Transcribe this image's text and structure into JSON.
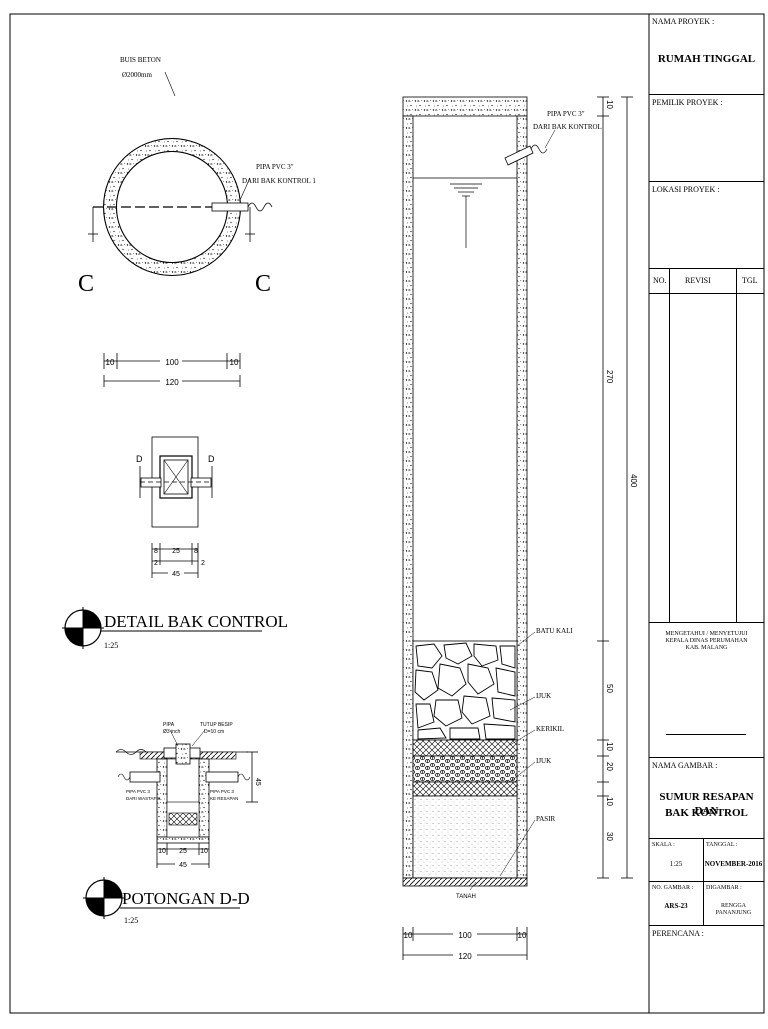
{
  "circle_detail": {
    "buis_label_1": "BUIS BETON",
    "buis_label_2": "Ø2000mm",
    "pipe_label_1": "PIPA PVC 3\"",
    "pipe_label_2": "DARI BAK KONTROL 1",
    "section_mark_left": "C",
    "section_mark_right": "C",
    "dim_wall_left": "10",
    "dim_inner": "100",
    "dim_wall_right": "10",
    "dim_total": "120"
  },
  "bak_control": {
    "mark_left": "D",
    "mark_right": "D",
    "dim_a": "8",
    "dim_b": "25",
    "dim_c": "8",
    "dim_d": "2",
    "dim_e": "2",
    "dim_total": "45",
    "title": "DETAIL  BAK CONTROL",
    "scale": "1:25"
  },
  "potongan": {
    "label_tl_1": "PIPA",
    "label_tl_2": "Ø3 inch",
    "label_tr_1": "TUTUP BESIP",
    "label_tr_2": "D=10 cm",
    "label_left_1": "PIPA PVC 3",
    "label_left_2": "DARI WASTAFEL",
    "label_right_1": "PIPA PVC 3",
    "label_right_2": "KE RESAPAN",
    "dim_height": "45",
    "dim_a": "10",
    "dim_b": "25",
    "dim_c": "10",
    "dim_total": "45",
    "title": "POTONGAN D-D",
    "scale": "1:25"
  },
  "section": {
    "pipe_label_1": "PIPA PVC 3\"",
    "pipe_label_2": "DARI BAK KONTROL",
    "layer_batu": "BATU KALI",
    "layer_ijuk_1": "IJUK",
    "layer_kerikil": "KERIKIL",
    "layer_ijuk_2": "IJUK",
    "layer_pasir": "PASIR",
    "ground": "TANAH",
    "dim_top": "10",
    "dim_270": "270",
    "dim_400": "400",
    "dim_50": "50",
    "dim_10a": "10",
    "dim_20": "20",
    "dim_10b": "10",
    "dim_30": "30",
    "dim_wall_left": "10",
    "dim_inner": "100",
    "dim_wall_right": "10",
    "dim_total": "120"
  },
  "title_block": {
    "nama_proyek_label": "NAMA PROYEK :",
    "nama_proyek": "RUMAH TINGGAL",
    "pemilik_label": "PEMILIK PROYEK :",
    "lokasi_label": "LOKASI PROYEK :",
    "col_no": "NO.",
    "col_revisi": "REVISI",
    "col_tgl": "TGL",
    "approval_1": "MENGETAHUI / MENYETUJUI",
    "approval_2": "KEPALA DINAS PERUMAHAN",
    "approval_3": "KAB. MALANG",
    "nama_gambar_label": "NAMA GAMBAR :",
    "nama_gambar_1": "SUMUR RESAPAN DAN",
    "nama_gambar_2": "BAK KONTROL",
    "skala_label": "SKALA :",
    "skala": "1:25",
    "tanggal_label": "TANGGAL :",
    "tanggal": "NOVEMBER-2016",
    "no_gambar_label": "NO. GAMBAR :",
    "no_gambar": "ARS-23",
    "digambar_label": "DIGAMBAR :",
    "digambar": "RENGGA PANANJUNG",
    "perencana_label": "PERENCANA :"
  }
}
